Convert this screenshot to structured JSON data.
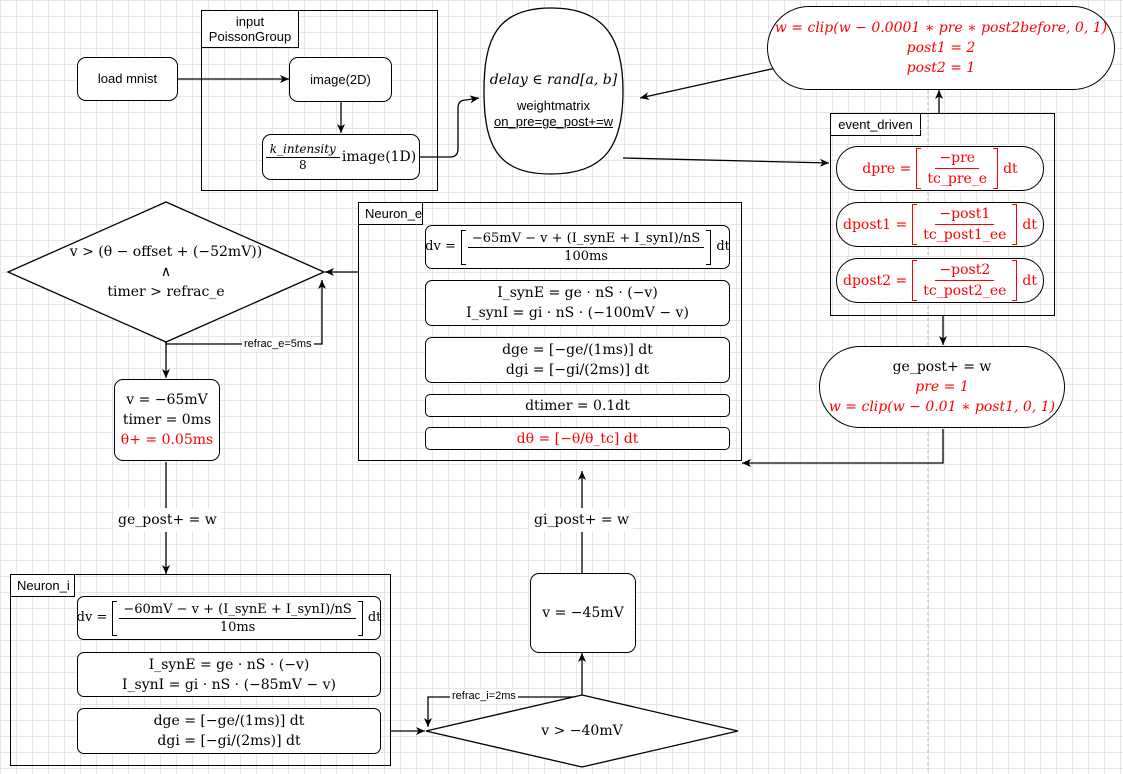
{
  "input_group": {
    "tab": "input\nPoissonGroup",
    "load_mnist": "load mnist",
    "image_2d": "image(2D)",
    "intensity_num": "k_intensity",
    "intensity_den": "8",
    "image_1d": "image(1D)"
  },
  "synapse": {
    "delay": "delay ∈ rand[a, b]",
    "weightmatrix": "weightmatrix",
    "on_pre": "on_pre=ge_post+=w"
  },
  "post_rule": {
    "line1": "w = clip(w − 0.0001 ∗ pre ∗ post2before, 0, 1)",
    "line2": "post1 = 2",
    "line3": "post2 = 1"
  },
  "event_driven": {
    "tab": "event_driven",
    "dpre_lhs": "dpre =",
    "dpre_num": "−pre",
    "dpre_den": "tc_pre_e",
    "dpost1_lhs": "dpost1 =",
    "dpost1_num": "−post1",
    "dpost1_den": "tc_post1_ee",
    "dpost2_lhs": "dpost2 =",
    "dpost2_num": "−post2",
    "dpost2_den": "tc_post2_ee",
    "dt": "dt"
  },
  "pre_rule": {
    "line1": "ge_post+ = w",
    "line2": "pre = 1",
    "line3": "w = clip(w − 0.01 ∗ post1, 0, 1)"
  },
  "neuron_e": {
    "tab": "Neuron_e",
    "dv_lhs": "dv =",
    "dv_num": "−65mV − v + (I_synE + I_synI)/nS",
    "dv_den": "100ms",
    "dt": "dt",
    "isyne": "I_synE = ge · nS · (−v)",
    "isyni": "I_synI = gi · nS · (−100mV − v)",
    "dge": "dge = [−ge/(1ms)] dt",
    "dgi": "dgi = [−gi/(2ms)] dt",
    "dtimer": "dtimer = 0.1dt",
    "dtheta": "dθ = [−θ/θ_tc] dt"
  },
  "threshold_e": {
    "line1": "v > (θ − offset + (−52mV))",
    "line2": "∧",
    "line3": "timer > refrac_e",
    "refrac": "refrac_e=5ms"
  },
  "reset_e": {
    "line1": "v = −65mV",
    "line2": "timer = 0ms",
    "line3": "θ+ = 0.05ms"
  },
  "ge_label": "ge_post+ = w",
  "gi_label": "gi_post+ = w",
  "neuron_i": {
    "tab": "Neuron_i",
    "dv_lhs": "dv =",
    "dv_num": "−60mV − v + (I_synE + I_synI)/nS",
    "dv_den": "10ms",
    "dt": "dt",
    "isyne": "I_synE = ge · nS · (−v)",
    "isyni": "I_synI = gi · nS · (−85mV − v)",
    "dge": "dge = [−ge/(1ms)] dt",
    "dgi": "dgi = [−gi/(2ms)] dt"
  },
  "threshold_i": {
    "text": "v > −40mV",
    "refrac": "refrac_i=2ms"
  },
  "reset_i": {
    "text": "v = −45mV"
  },
  "colors": {
    "red": "#ff0000",
    "grid": "#e6e6e6",
    "line": "#000000"
  }
}
